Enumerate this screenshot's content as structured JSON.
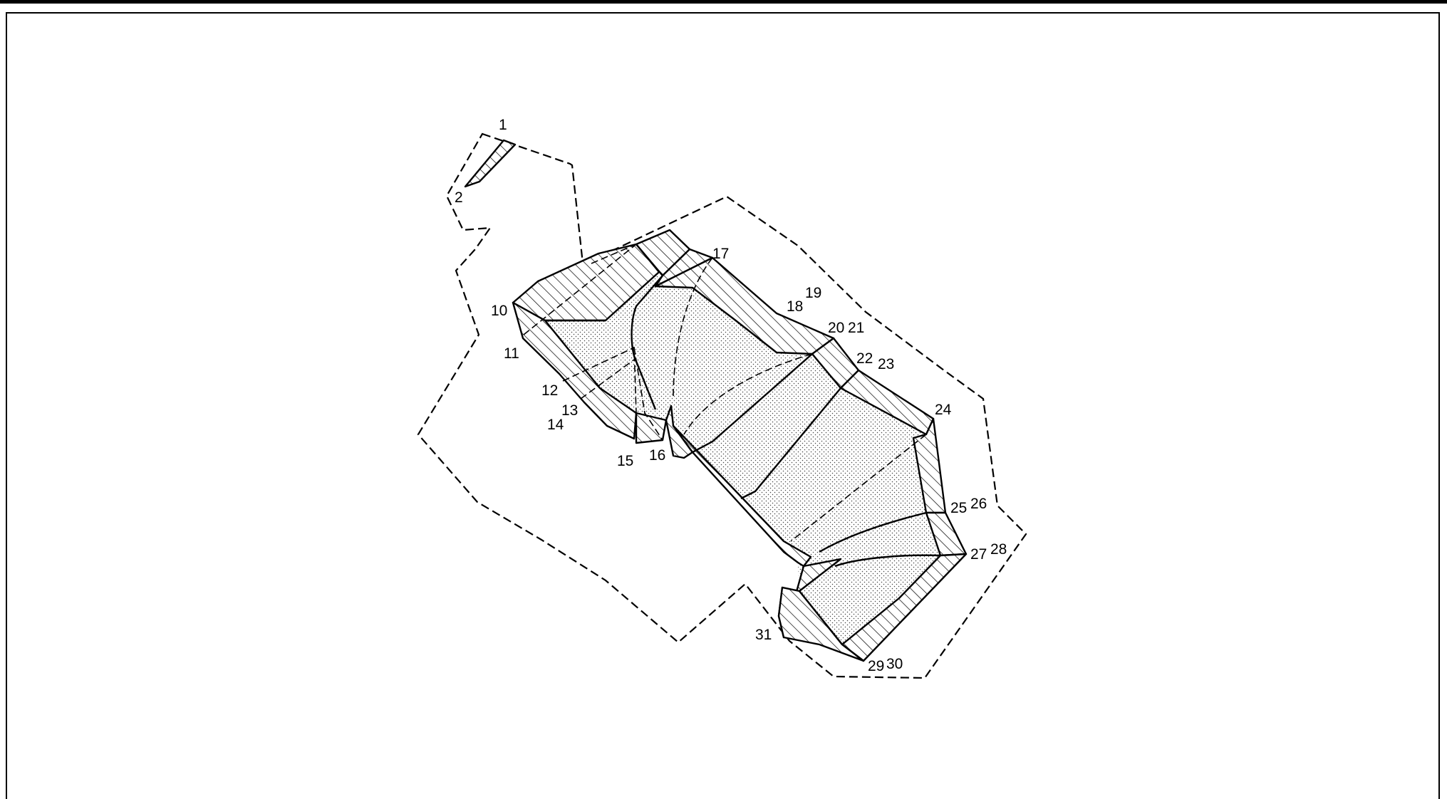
{
  "diagram": {
    "point_labels": [
      "1",
      "2",
      "10",
      "11",
      "12",
      "13",
      "14",
      "15",
      "16",
      "17",
      "18",
      "19",
      "20",
      "21",
      "22",
      "23",
      "24",
      "25",
      "26",
      "27",
      "28",
      "29",
      "30",
      "31"
    ]
  }
}
